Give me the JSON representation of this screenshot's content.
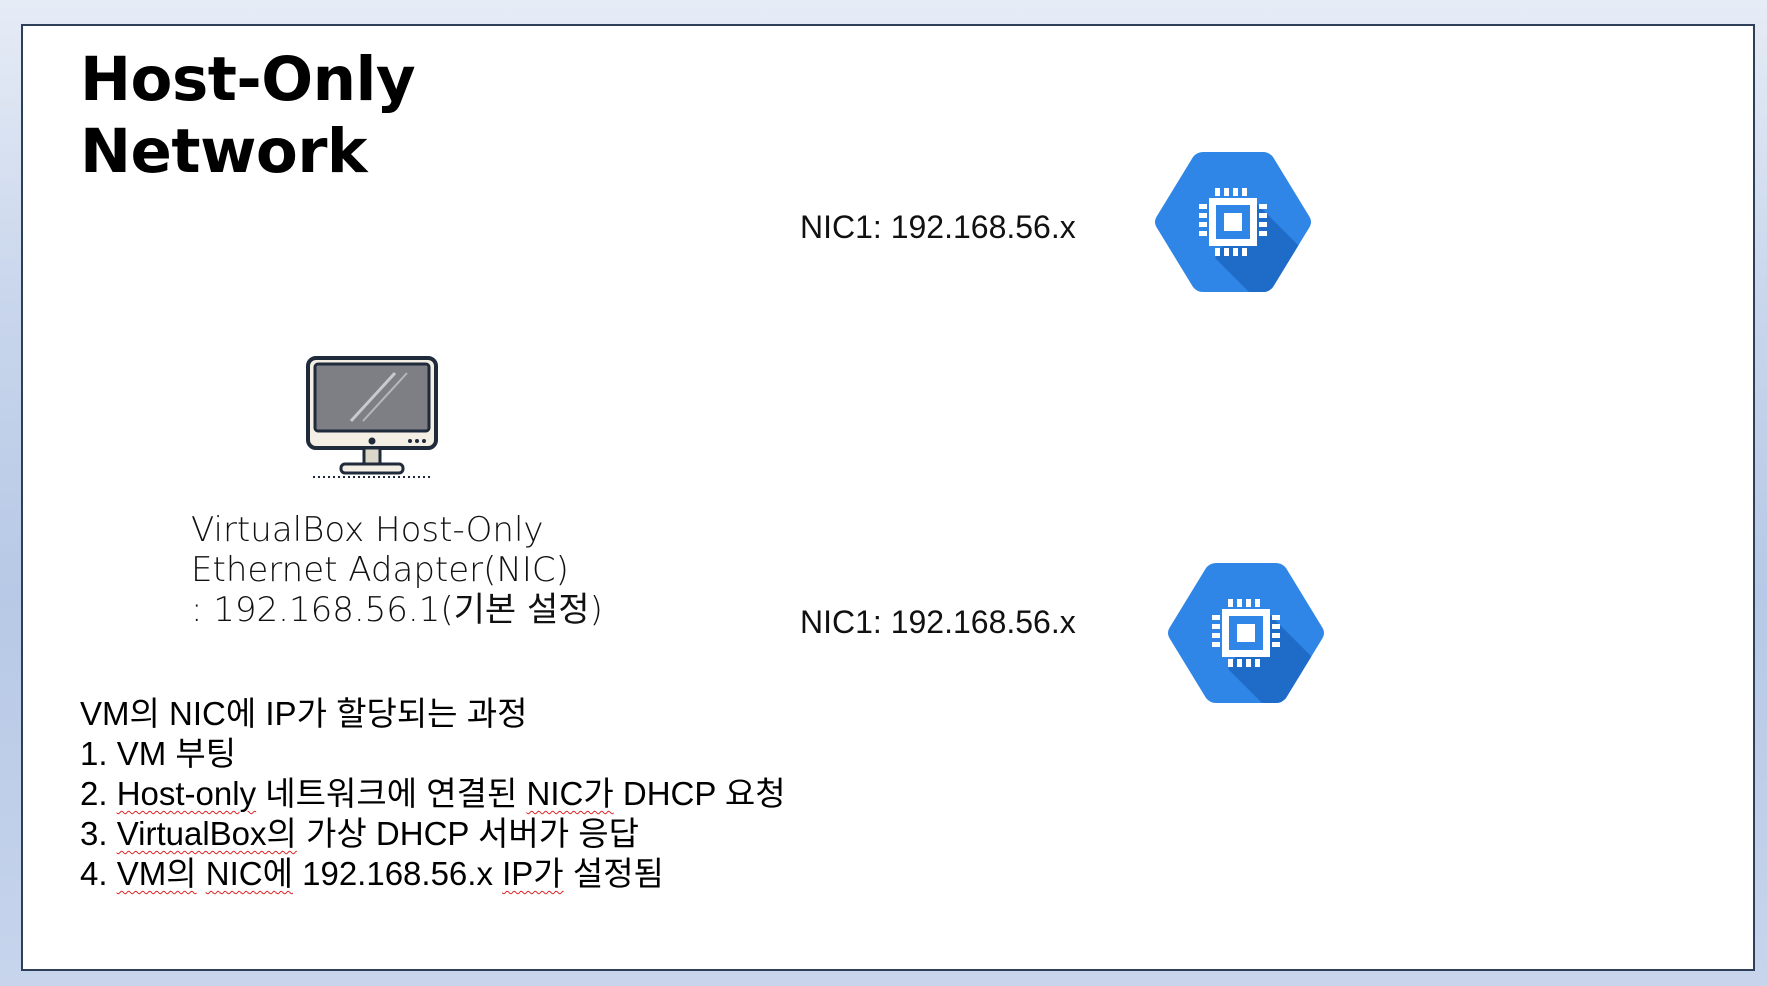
{
  "title": {
    "line1": "Host-Only",
    "line2": "Network"
  },
  "vms": [
    {
      "nic_label": "NIC1: 192.168.56.x",
      "icon": "vm-chip-icon"
    },
    {
      "nic_label": "NIC1: 192.168.56.x",
      "icon": "vm-chip-icon"
    }
  ],
  "host": {
    "icon": "monitor-icon",
    "adapter_line1": "VirtualBox Host-Only",
    "adapter_line2": "Ethernet Adapter(NIC)",
    "adapter_line3": ": 192.168.56.1(기본 설정)"
  },
  "process": {
    "heading": "VM의 NIC에 IP가 할당되는 과정",
    "step1": "1. VM 부팅",
    "step2_prefix": "2. ",
    "step2_a": "Host-only",
    "step2_b": " 네트워크에 연결된 ",
    "step2_c": "NIC가",
    "step2_d": " DHCP 요청",
    "step3_prefix": "3. ",
    "step3_a": "VirtualBox의",
    "step3_b": " 가상 DHCP 서버가 응답",
    "step4_prefix": "4. ",
    "step4_a": "VM의",
    "step4_b": " ",
    "step4_c": "NIC에",
    "step4_d": " 192.168.56.x ",
    "step4_e": "IP가",
    "step4_f": " 설정됨"
  },
  "colors": {
    "hexagon": "#2f86e6",
    "hexagon_shadow": "#1f6cc8",
    "chip": "#ffffff",
    "slide_border": "#2e3f5a"
  }
}
